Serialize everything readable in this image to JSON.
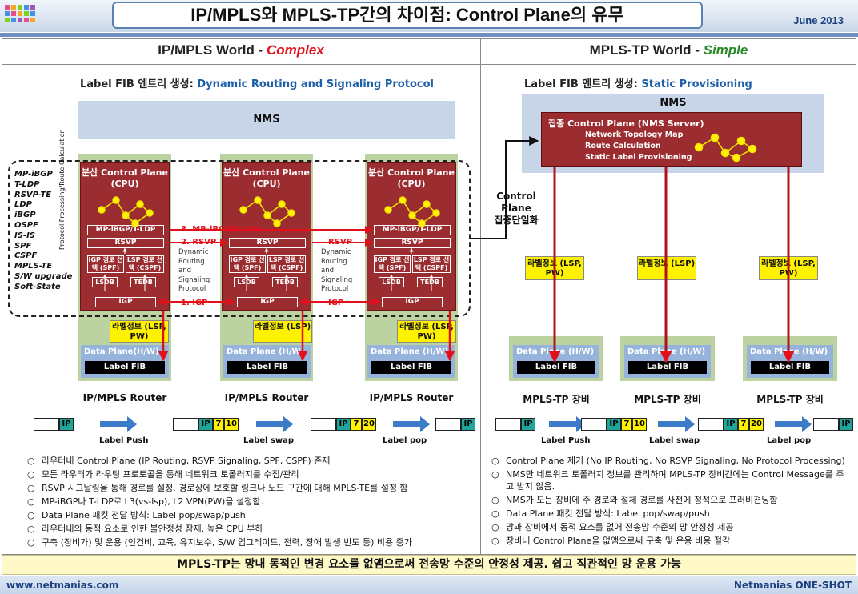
{
  "header": {
    "title": "IP/MPLS와  MPLS-TP간의 차이점: Control Plane의 유무",
    "date": "June  2013"
  },
  "left": {
    "title_main": "IP/MPLS World - ",
    "title_em": "Complex",
    "subtitle_main": "Label FIB 엔트리 생성: ",
    "subtitle_value": "Dynamic Routing and Signaling Protocol",
    "nms": "NMS",
    "protocols": [
      "MP-iBGP",
      "T-LDP",
      "RSVP-TE",
      "LDP",
      "iBGP",
      "OSPF",
      "IS-IS",
      "SPF",
      "CSPF",
      "MPLS-TE",
      "S/W upgrade",
      "Soft-State"
    ],
    "vertical_label": "Protocol Processing/Route Calculation",
    "cp_title": "분산 Control Plane",
    "cp_sub": "(CPU)",
    "bar_bgp": "MP-iBGP/T-LDP",
    "bar_rsvp": "RSVP",
    "cell_igp": "IGP 경로 선택 (SPF)",
    "cell_lsp": "LSP 경로 선택 (CSPF)",
    "lsdb": "LSDB",
    "tedb": "TEDB",
    "bar_igp": "IGP",
    "sig_bgp": "3. MB-iBGP/T-LDP",
    "sig_rsvp": "2. RSVP",
    "sig_rsvp2": "RSVP",
    "sig_igp": "1. IGP",
    "sig_igp2": "IGP",
    "dynamic": [
      "Dynamic",
      "Routing",
      "and",
      "Signaling",
      "Protocol"
    ],
    "dataplane": "Data Plane(H/W)",
    "dataplane2": "Data Plane (H/W)",
    "fib": "Label FIB",
    "labels": [
      "라벨정보 (LSP, PW)",
      "라벨정보 (LSP)",
      "라벨정보 (LSP, PW)"
    ],
    "router_name": "IP/MPLS Router",
    "ops": [
      "Label Push",
      "Label swap",
      "Label pop"
    ],
    "bullets": [
      "라우터내 Control Plane (IP Routing, RSVP Signaling, SPF, CSPF) 존재",
      "모든 라우터가 라우팅 프로토콜을 통해 네트워크 토폴러지를 수집/관리",
      "RSVP 시그날링을 통해 경로를 설정. 경로상에 보호할 링크나 노드 구간에 대해 MPLS-TE를 설정 함",
      "MP-iBGP나 T-LDP로 L3(vs-lsp), L2 VPN(PW)을 설정함.",
      "Data Plane 패킷 전달 방식: Label pop/swap/push",
      "라우터내의 동적 요소로 인한 불안정성 잠재. 높은 CPU 부하",
      "구축 (장비가) 및 운용 (인건비, 교육, 유지보수, S/W 업그레이드, 전력, 장애 발생 빈도 등) 비용 증가"
    ]
  },
  "right": {
    "title_main": "MPLS-TP World - ",
    "title_em": "Simple",
    "subtitle_main": "Label FIB 엔트리 생성: ",
    "subtitle_value": "Static Provisioning",
    "nms": "NMS",
    "cp_title": "집중 Control Plane (NMS Server)",
    "cp_lines": [
      "Network Topology Map",
      "Route Calculation",
      "Static Label Provisioning"
    ],
    "centralize": [
      "Control Plane",
      "집중단일화"
    ],
    "labels": [
      "라벨정보 (LSP, PW)",
      "라벨정보 (LSP)",
      "라벨정보 (LSP, PW)"
    ],
    "dataplane": "Data Plane (H/W)",
    "fib": "Label FIB",
    "device_name": "MPLS-TP 장비",
    "ops": [
      "Label Push",
      "Label swap",
      "Label pop"
    ],
    "bullets": [
      "Control Plane 제거 (No IP Routing, No RSVP Signaling, No Protocol Processing)",
      "NMS만 네트워크 토폴러지 정보를 관리하며 MPLS-TP 장비간에는 Control Message를 주고 받지 않음.",
      "NMS가 모든 장비에 주 경로와 절체 경로를 사전에 정적으로 프러비젼닝함",
      "Data Plane 패킷 전달 방식: Label pop/swap/push",
      "망과 장비에서 동적 요소를 없애 전송망 수준의 망 안정성 제공",
      "장비내 Control Plane을 없앰으로써 구축 및 운용 비용 절감"
    ]
  },
  "packets": {
    "ip": "IP",
    "label_7": "7",
    "label_10": "10",
    "label_20": "20"
  },
  "bullet_mark": "○",
  "summary": "MPLS-TP는 망내 동적인 변경 요소를 없앰으로써 전송망 수준의 안정성 제공. 쉽고 직관적인 망 운용 가능",
  "footer": {
    "site": "www.netmanias.com",
    "brand": "Netmanias ONE-SHOT"
  },
  "colors": {
    "control_plane": "#9b2d30",
    "router_bg": "#bcd2a0",
    "nms_bg": "#c8d4e7",
    "data_plane": "#96b3dc",
    "label_yellow": "#fff200",
    "signal_red": "#e3101b",
    "complex": "#e3101b",
    "simple": "#2a8a2a",
    "value_blue": "#1d5fa8",
    "ip_teal": "#1fa59a",
    "arrow_blue": "#3b7bc8"
  }
}
